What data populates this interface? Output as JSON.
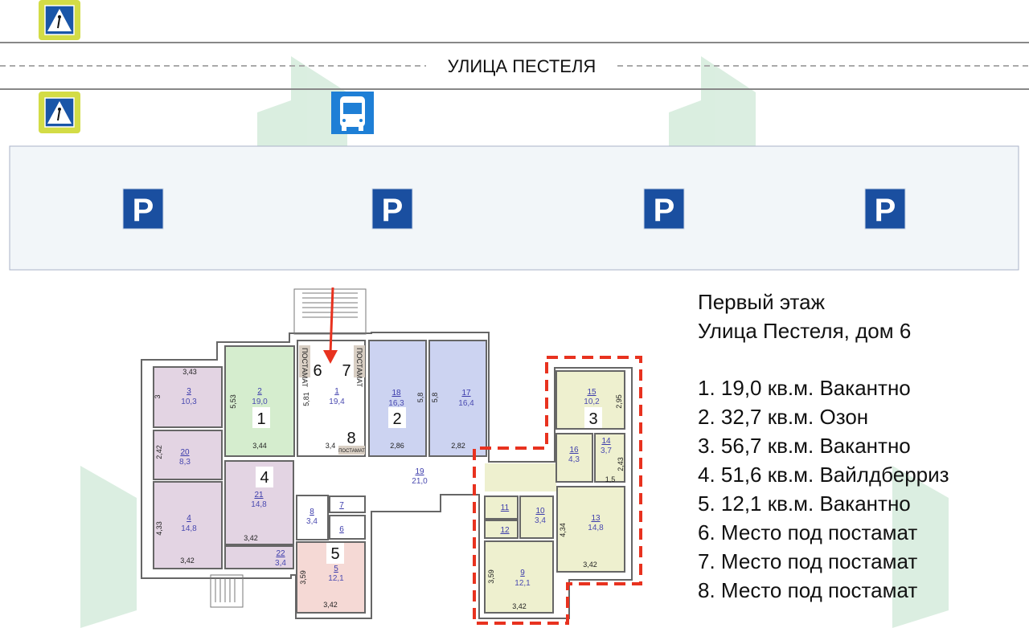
{
  "street": {
    "name": "УЛИЦА ПЕСТЕЛЯ"
  },
  "signs": {
    "pedestrian": "pedestrian-crossing-icon",
    "bus": "bus-stop-icon",
    "parking_letter": "P"
  },
  "colors": {
    "road_line": "#8a8a8a",
    "sign_blue": "#1a56a8",
    "parking_area": "#f2f6f9",
    "highlight": "#e8321f",
    "zone_purple": "#e3d4e3",
    "zone_green": "#d5edce",
    "zone_blue": "#ccd3f1",
    "zone_pink": "#f5d9d5",
    "zone_yellow": "#eef0cf"
  },
  "legend": {
    "title": "Первый этаж",
    "address": "Улица Пестеля, дом 6",
    "items": [
      "1. 19,0 кв.м. Вакантно",
      "2. 32,7 кв.м. Озон",
      "3. 56,7 кв.м. Вакантно",
      "4. 51,6 кв.м. Вайлдберриз",
      "5. 12,1 кв.м. Вакантно",
      "6. Место под постамат",
      "7. Место под постамат",
      "8. Место под постамат"
    ]
  },
  "plan": {
    "postamat": "ПОСТАМАТ",
    "zones": [
      "1",
      "2",
      "3",
      "4",
      "5",
      "6",
      "7",
      "8"
    ],
    "rooms": [
      {
        "num": "1",
        "area": "19,4"
      },
      {
        "num": "2",
        "area": "19,0"
      },
      {
        "num": "3",
        "area": "10,3"
      },
      {
        "num": "4",
        "area": "14,8"
      },
      {
        "num": "5",
        "area": "12,1"
      },
      {
        "num": "6"
      },
      {
        "num": "7"
      },
      {
        "num": "8",
        "area": "3,4"
      },
      {
        "num": "9",
        "area": "12,1"
      },
      {
        "num": "10",
        "area": "3,4"
      },
      {
        "num": "11"
      },
      {
        "num": "12"
      },
      {
        "num": "13",
        "area": "14,8"
      },
      {
        "num": "14",
        "area": "3,7"
      },
      {
        "num": "15",
        "area": "10,2"
      },
      {
        "num": "16",
        "area": "4,3"
      },
      {
        "num": "17",
        "area": "16,4"
      },
      {
        "num": "18",
        "area": "16,3"
      },
      {
        "num": "19",
        "area": "21,0"
      },
      {
        "num": "20",
        "area": "8,3"
      },
      {
        "num": "21",
        "area": "14,8"
      },
      {
        "num": "22",
        "area": "3,4"
      }
    ],
    "dims": [
      "3,43",
      "3",
      "5,53",
      "5,81",
      "3,44",
      "3,4",
      "2,86",
      "5,8",
      "5,8",
      "2,82",
      "2,42",
      "4,33",
      "3,42",
      "3,42",
      "3,59",
      "3,42",
      "2,95",
      "2,43",
      "1,5",
      "4,34",
      "3,42",
      "3,59",
      "3,42"
    ]
  }
}
